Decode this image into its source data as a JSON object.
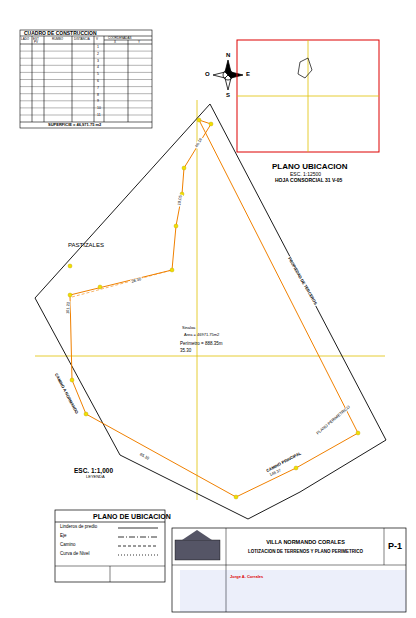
{
  "diagram": {
    "nodes": [
      {
        "text": [
          "VILLA NORMANDO CORALES",
          "LOTIZACION DE TERRENOS Y PLANO PERIMETRICO"
        ]
      },
      {
        "text": [
          "P-1"
        ]
      }
    ],
    "edges": [],
    "labels": [
      "CUADRO DE CONSTRUCCION",
      "LADO",
      "EST",
      "PV",
      "RUMBO",
      "DISTANCIA",
      "V",
      "COORDENADAS",
      "X",
      "Y",
      "1",
      "2",
      "3",
      "4",
      "5",
      "6",
      "7",
      "8",
      "9",
      "10",
      "11",
      "SUPERFICIE = 46,971.75 m2",
      "PLANO UBICACION",
      "ESC. 1:12500",
      "HOJA CONSORCIAL 31 V-05",
      "N",
      "S",
      "E",
      "O",
      "PASTIZALES",
      "PROPIEDAD DE TERCEROS",
      "CAMINO A NORMANDO",
      "CAMINO PRINCIPAL",
      "Sinaloa",
      "Área = 46971.75m2",
      "Perímetro = 888.35m",
      "35.30",
      "19.05",
      "40.18",
      "28.30",
      "101.22",
      "85.10",
      "148.37",
      "PLANO PERIMETRICO",
      "ESC. 1:1,000",
      "LEYENDA",
      "PLANO DE UBICACION",
      "Jorge A. Corrales"
    ],
    "legend": [
      {
        "text": "Linderos de predio"
      },
      {
        "text": "Eje"
      },
      {
        "text": "Camino"
      },
      {
        "text": "Curva de Nivel"
      }
    ]
  }
}
